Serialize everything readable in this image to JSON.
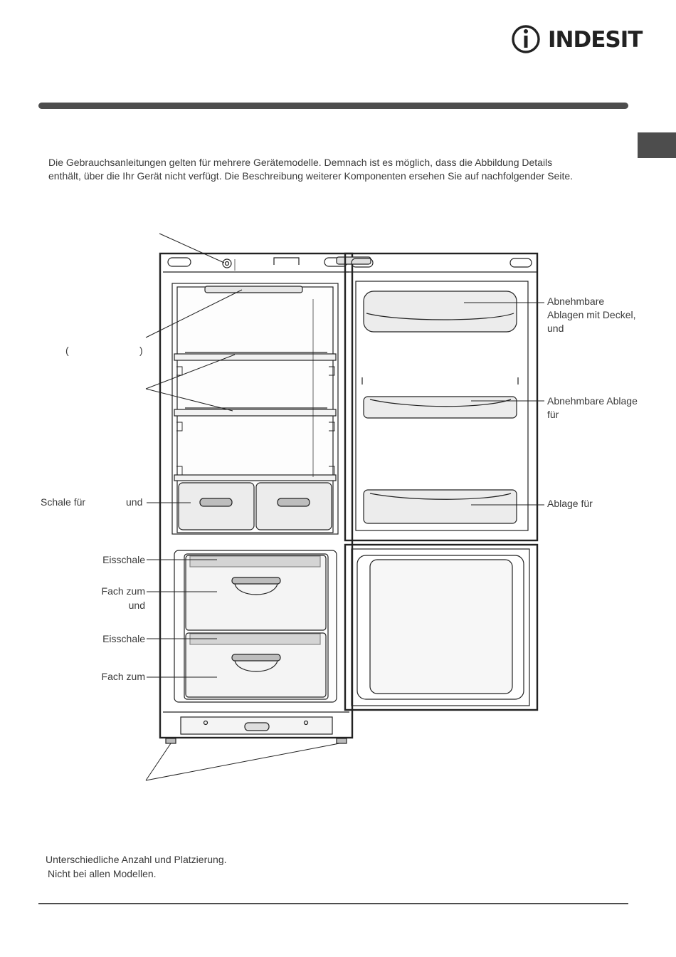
{
  "brand": {
    "name": "INDESIT"
  },
  "intro": {
    "line1": "Die Gebrauchsanleitungen gelten für mehrere Gerätemodelle. Demnach ist es möglich, dass die Abbildung Details",
    "line2": "enthält, über die Ihr Gerät nicht verfügt. Die Beschreibung weiterer Komponenten ersehen Sie auf nachfolgender Seite."
  },
  "labels": {
    "paren_open": "(",
    "paren_close": ")",
    "crisper_a": "Schale für",
    "crisper_b": "und",
    "ice_tray_1": "Eisschale",
    "freezer_1_a": "Fach zum",
    "freezer_1_b": "und",
    "ice_tray_2": "Eisschale",
    "freezer_2_a": "Fach zum",
    "door_shelf_lid_a": "Abnehmbare",
    "door_shelf_lid_b": "Ablagen mit Deckel,",
    "door_shelf_lid_c": "und",
    "door_shelf_mid_a": "Abnehmbare Ablage",
    "door_shelf_mid_b": "für",
    "door_shelf_bottom": "Ablage für"
  },
  "footnotes": {
    "note1": "Unterschiedliche Anzahl und Platzierung.",
    "note2": "Nicht bei allen Modellen."
  },
  "colors": {
    "rule": "#4d4d4d",
    "text": "#3a3a3a",
    "drawing_line": "#222222",
    "drawing_fill": "#ececec"
  }
}
